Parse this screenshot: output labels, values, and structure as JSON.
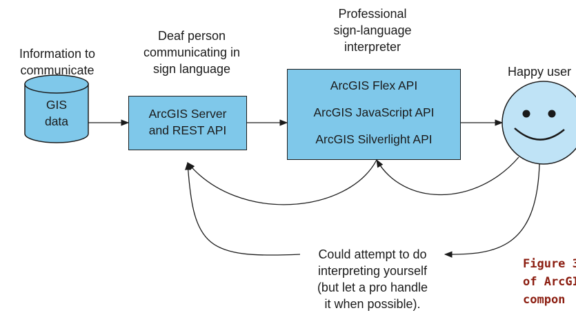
{
  "labels": {
    "information": [
      "Information to",
      "communicate"
    ],
    "deaf_person": [
      "Deaf person",
      "communicating in",
      "sign language"
    ],
    "interpreter": [
      "Professional",
      "sign-language",
      "interpreter"
    ],
    "happy_user": "Happy user",
    "note": [
      "Could attempt to do",
      "interpreting yourself",
      "(but let a pro handle",
      "it when possible)."
    ]
  },
  "nodes": {
    "gis_data": [
      "GIS",
      "data"
    ],
    "server": [
      "ArcGIS Server",
      "and REST API"
    ],
    "apis": [
      "ArcGIS Flex API",
      "ArcGIS JavaScript API",
      "ArcGIS Silverlight API"
    ]
  },
  "caption": [
    "Figure 3",
    "of ArcGI",
    "compon"
  ],
  "colors": {
    "node_fill": "#7fc8ea",
    "stroke": "#1a1a1a",
    "face_fill": "#bfe3f6",
    "caption": "#8b1d10"
  }
}
